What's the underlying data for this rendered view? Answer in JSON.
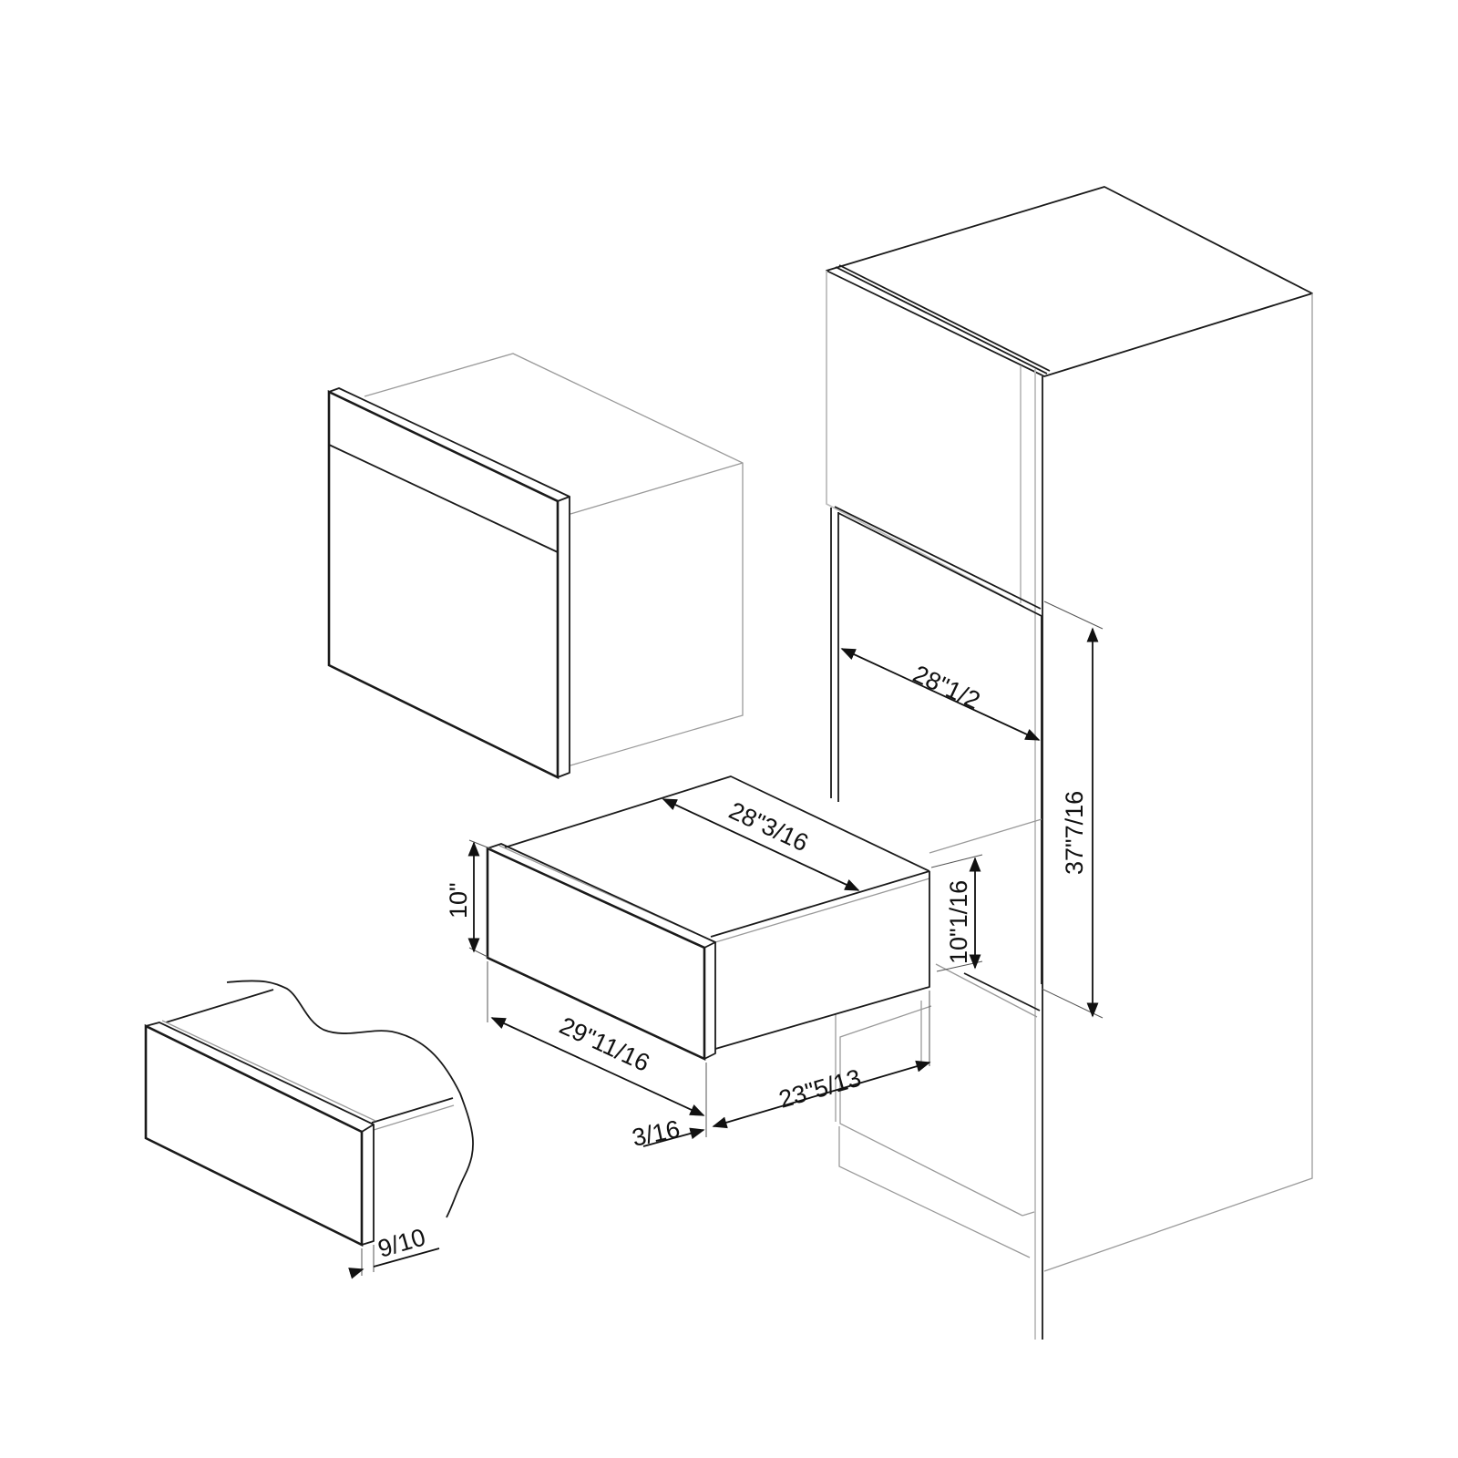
{
  "drawing": {
    "subject": "Built-in warming drawer installation diagram",
    "components": [
      {
        "id": "oven",
        "label": "Built-in oven"
      },
      {
        "id": "warming-drawer",
        "label": "Warming drawer"
      },
      {
        "id": "drawer-detail",
        "label": "Drawer front detail"
      },
      {
        "id": "tall-cabinet",
        "label": "Tall housing cabinet"
      }
    ],
    "colors": {
      "line": "#1a1a1a",
      "hidden_line": "#9a9a9a",
      "background": "#ffffff"
    }
  },
  "dimensions": {
    "niche_width": "28\"1/2",
    "niche_height": "37\"7/16",
    "drawer_depth": "28\"3/16",
    "drawer_front_height": "10\"",
    "drawer_body_height": "10\"1/16",
    "drawer_front_width": "29\"11/16",
    "drawer_body_depth": "23\"5/13",
    "front_gap": "3/16",
    "detail_thickness": "9/10"
  }
}
